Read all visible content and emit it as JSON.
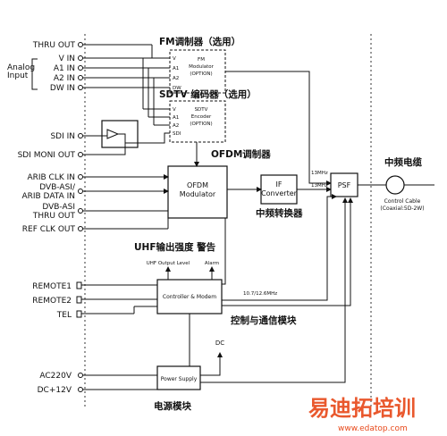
{
  "inputs": {
    "thru_out": "THRU OUT",
    "analog_input_group": "Analog\nInput",
    "v_in": "V  IN",
    "a1_in": "A1 IN",
    "a2_in": "A2 IN",
    "dw_in": "DW IN",
    "sdi_in": "SDI IN",
    "sdi_moni_out": "SDI MONI OUT",
    "arib_clk_in": "ARIB CLK IN",
    "dvb_asi_arib_data_in": "DVB-ASI/\nARIB DATA IN",
    "dvb_asi_thru_out": "DVB-ASI\nTHRU OUT",
    "ref_clk_out": "REF CLK OUT",
    "remote1": "REMOTE1",
    "remote2": "REMOTE2",
    "tel": "TEL",
    "ac220v": "AC220V",
    "dc12v": "DC+12V"
  },
  "fm": {
    "title": "FM调制器（选用）",
    "name": "FM\nModulator\n(OPTION)",
    "pins": [
      "V",
      "A1",
      "A2",
      "DW"
    ]
  },
  "sdtv": {
    "title": "SDTV 编码器（选用）",
    "name": "SDTV\nEncoder\n(OPTION)",
    "pins": [
      "V",
      "A1",
      "A2",
      "SDI"
    ]
  },
  "ofdm": {
    "title": "OFDM调制器",
    "name": "OFDM\nModulator"
  },
  "if_converter": {
    "name": "IF\nConverter",
    "caption": "中频转换器"
  },
  "psf": {
    "name": "PSF"
  },
  "signals": {
    "f1": "13MHz",
    "f2": "13MHz",
    "f3": "10.7/12.6MHz"
  },
  "output": {
    "title": "中频电缆",
    "cable": "Control Cable\n(Coaxial:5D-2W)"
  },
  "uhf": {
    "title": "UHF输出强度  警告",
    "level": "UHF Output Level",
    "alarm": "Alarm"
  },
  "controller": {
    "name": "Controller & Modem",
    "caption": "控制与通信模块"
  },
  "power": {
    "name": "Power Supply",
    "caption": "电源模块",
    "dc": "DC"
  },
  "watermark": {
    "main": "易迪拓培训",
    "url": "www.edatop.com"
  }
}
